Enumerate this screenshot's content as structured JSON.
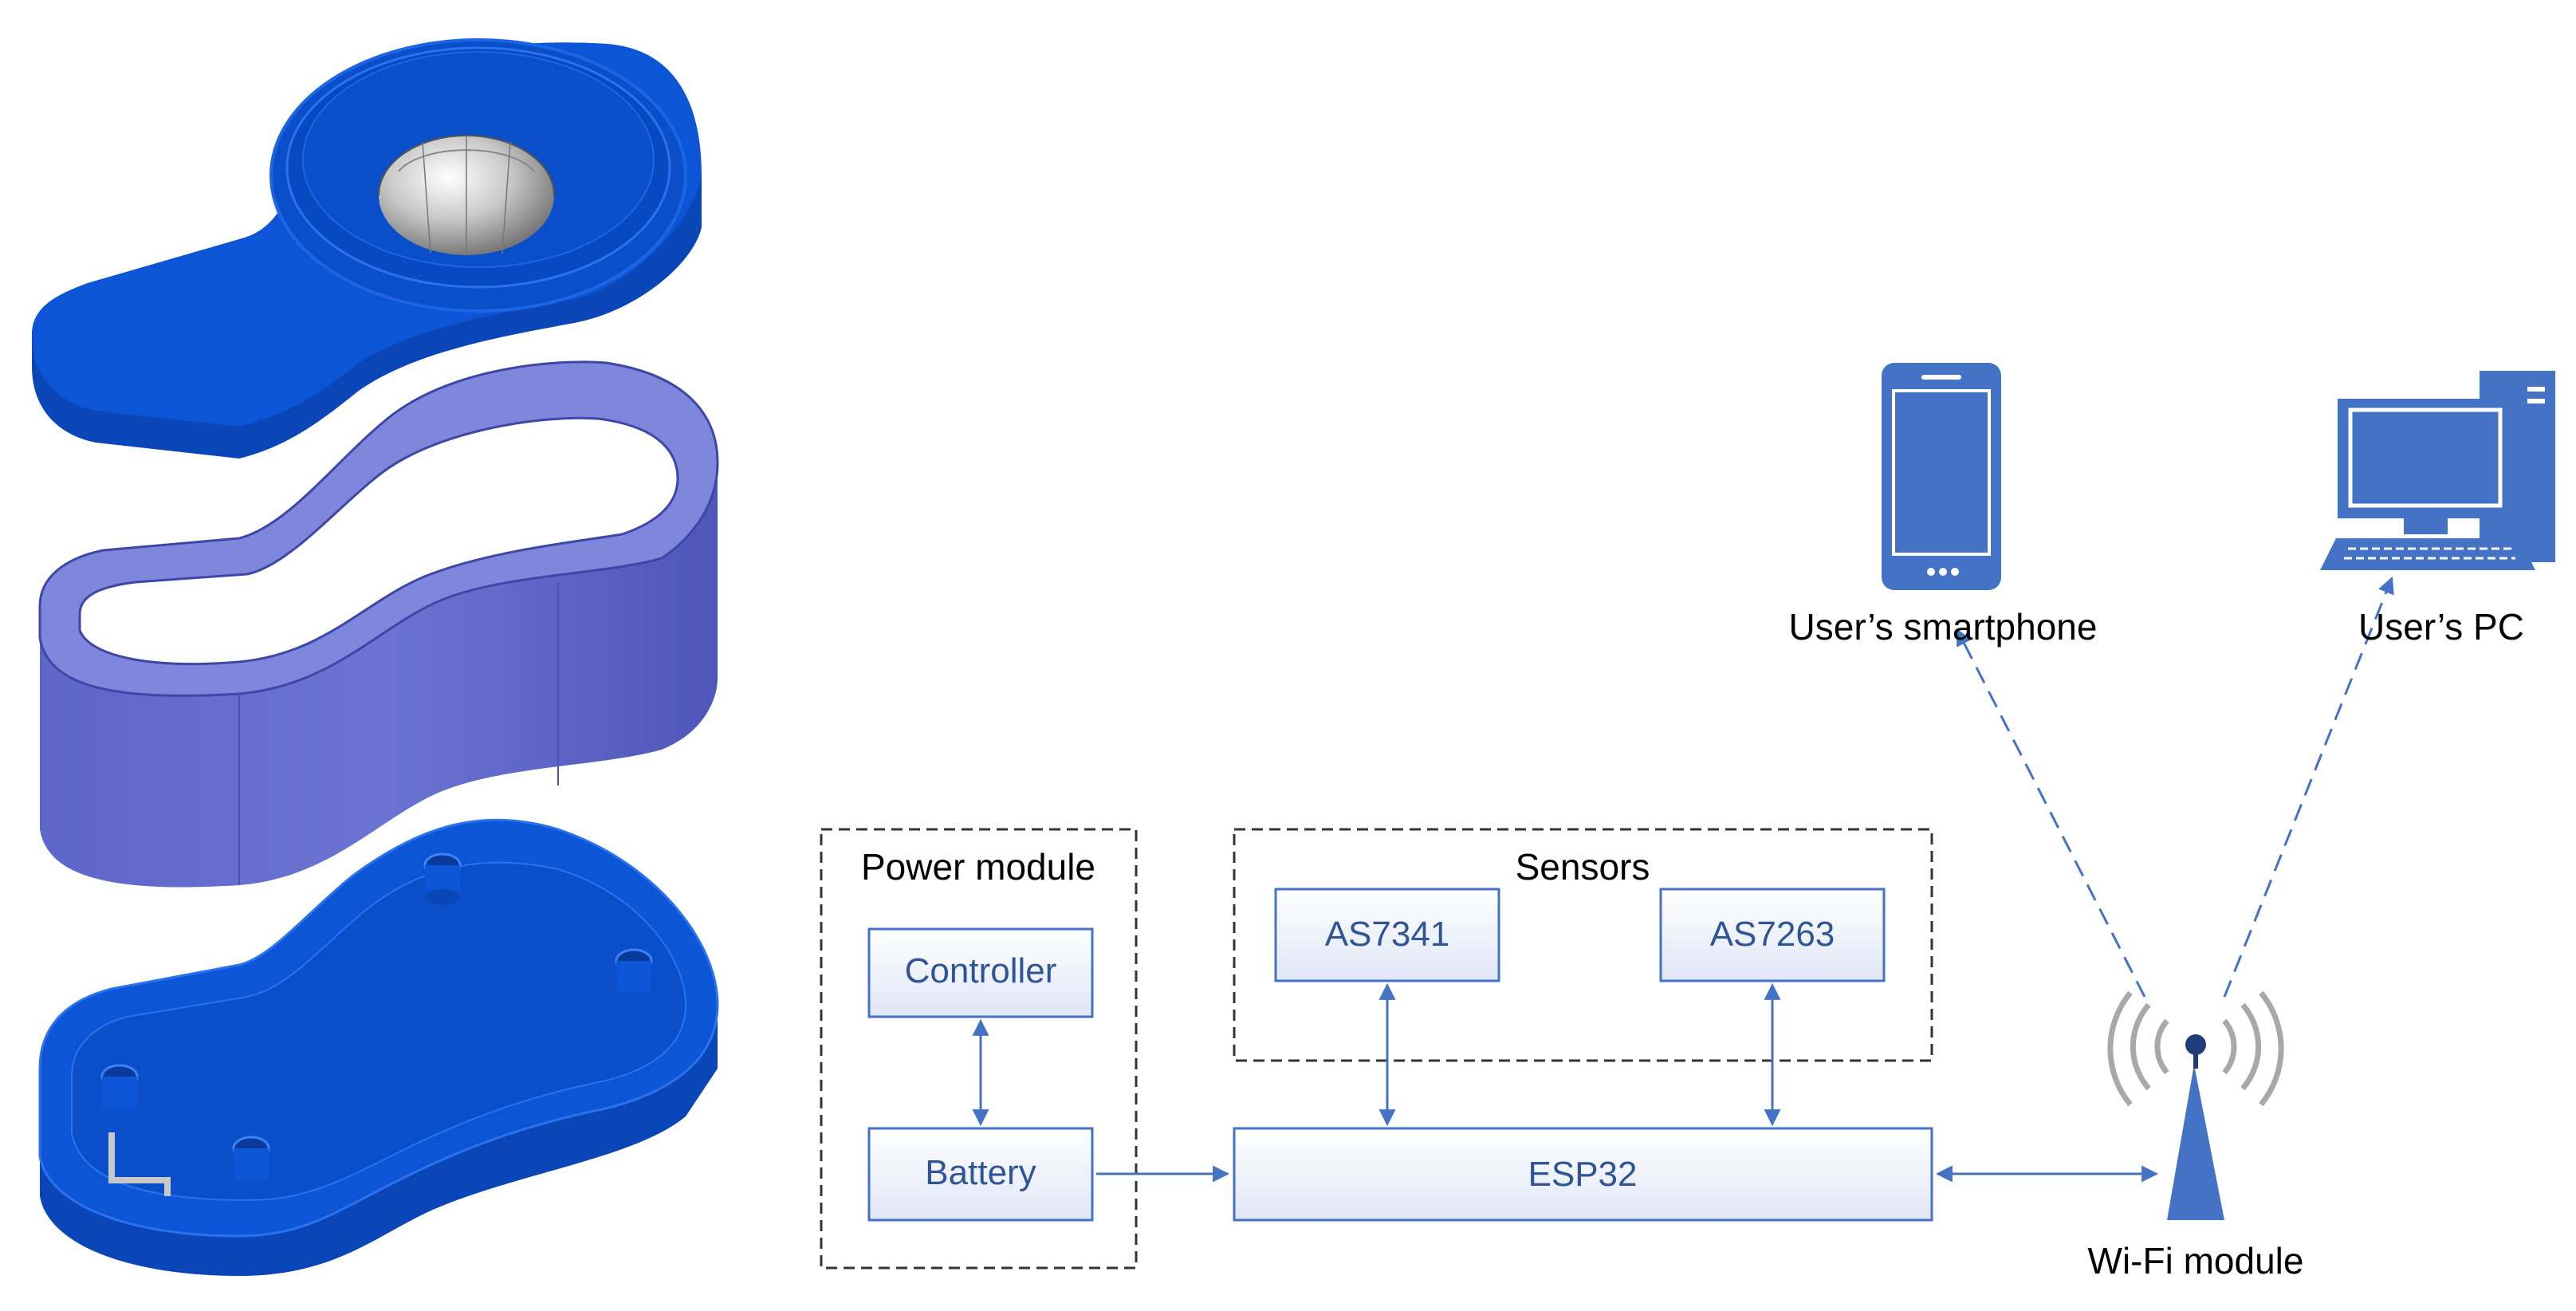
{
  "diagram": {
    "power_module": {
      "title": "Power module",
      "controller": "Controller",
      "battery": "Battery"
    },
    "sensors": {
      "title": "Sensors",
      "as7341": "AS7341",
      "as7263": "AS7263"
    },
    "esp32": "ESP32",
    "wifi_module": "Wi-Fi module",
    "smartphone": "User’s smartphone",
    "pc": "User’s PC"
  },
  "colors": {
    "enclosure_blue": "#0a4fc9",
    "enclosure_dark": "#0a3a9a",
    "band_blue": "#5a63c8",
    "device_blue": "#4472c4",
    "box_border": "#4472c4",
    "box_text": "#2f5597",
    "dashed_border": "#333333"
  },
  "icons": {
    "smartphone": "smartphone-icon",
    "pc": "desktop-pc-icon",
    "wifi": "wifi-antenna-icon",
    "sensor_dome": "light-sensor-dome"
  }
}
